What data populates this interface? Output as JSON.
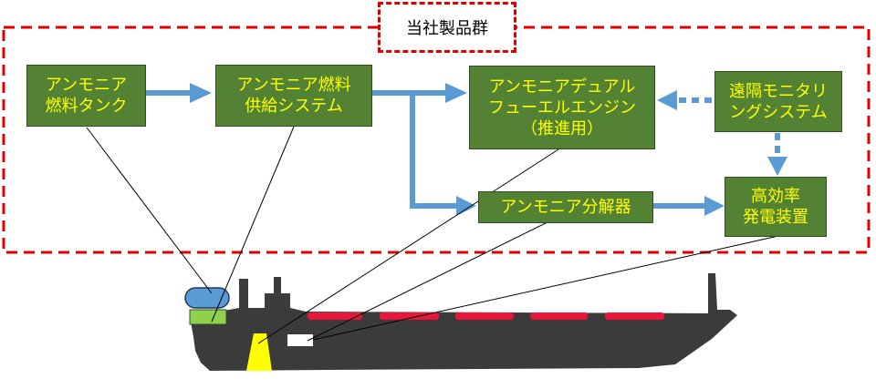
{
  "group_label": "当社製品群",
  "nodes": {
    "tank": {
      "line1": "アンモニア",
      "line2": "燃料タンク"
    },
    "supply": {
      "line1": "アンモニア燃料",
      "line2": "供給システム"
    },
    "engine": {
      "line1": "アンモニアデュアル",
      "line2": "フューエルエンジン",
      "line3": "（推進用）"
    },
    "monitor": {
      "line1": "遠隔モニタリ",
      "line2": "ングシステム"
    },
    "cracker": {
      "line1": "アンモニア分解器"
    },
    "generator": {
      "line1": "高効率",
      "line2": "発電装置"
    }
  },
  "colors": {
    "node_fill": "#548235",
    "node_text": "#ffff00",
    "arrow": "#5b9bd5",
    "dashed_border": "#e00000",
    "hull": "#3b3b3b",
    "cargo_tank": "#e8163a"
  }
}
